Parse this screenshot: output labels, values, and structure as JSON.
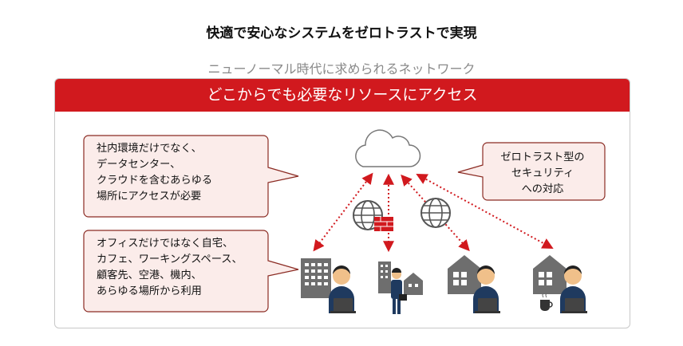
{
  "header": {
    "title": "快適で安心なシステムをゼロトラストで実現",
    "subtitle": "ニューノーマル時代に求められるネットワーク"
  },
  "banner": {
    "text": "どこからでも必要なリソースにアクセス"
  },
  "callouts": {
    "left_top": [
      "社内環境だけでなく、",
      "データセンター、",
      "クラウドを含むあらゆる",
      "場所にアクセスが必要"
    ],
    "left_bottom": [
      "オフィスだけではなく自宅、",
      "カフェ、ワーキングスペース、",
      "顧客先、空港、機内、",
      "あらゆる場所から利用"
    ],
    "right": [
      "ゼロトラスト型の",
      "セキュリティ",
      "への対応"
    ]
  },
  "colors": {
    "accent": "#d1191e",
    "callout_fill": "#fbecea",
    "callout_border": "#8b2b23",
    "building": "#6e6e6e",
    "person_suit": "#1f3a5f",
    "skin": "#f0c08a",
    "cloud_stroke": "#777777"
  },
  "icons": [
    "cloud-icon",
    "globe-icon",
    "firewall-icon",
    "office-building-icon",
    "house-icon",
    "person-icon",
    "laptop-icon",
    "coffee-cup-icon",
    "briefcase-icon"
  ]
}
